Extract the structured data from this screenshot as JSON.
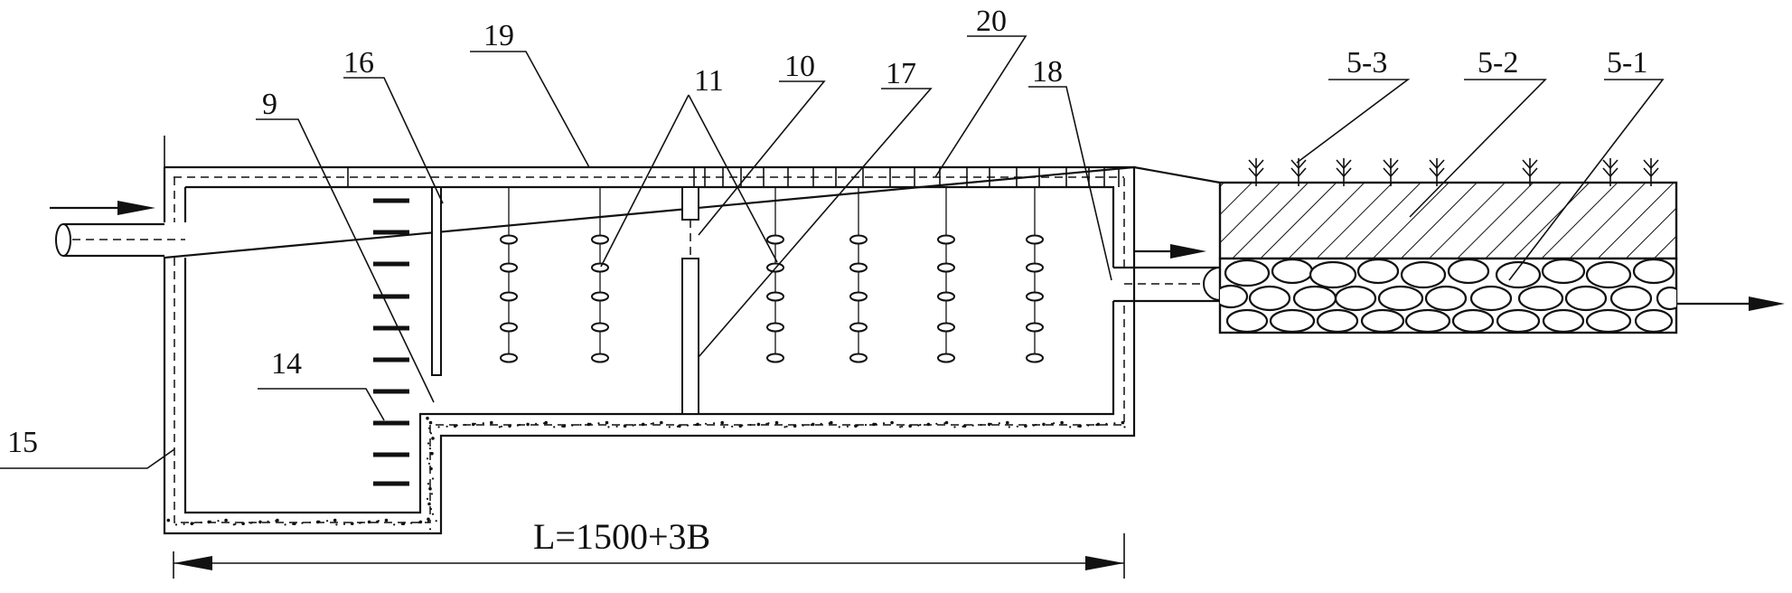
{
  "labels": {
    "l9": "9",
    "l10": "10",
    "l11": "11",
    "l14": "14",
    "l15": "15",
    "l16": "16",
    "l17": "17",
    "l18": "18",
    "l19": "19",
    "l20": "20",
    "l5_1": "5-1",
    "l5_2": "5-2",
    "l5_3": "5-3"
  },
  "dimension": {
    "text": "L=1500+3B"
  }
}
